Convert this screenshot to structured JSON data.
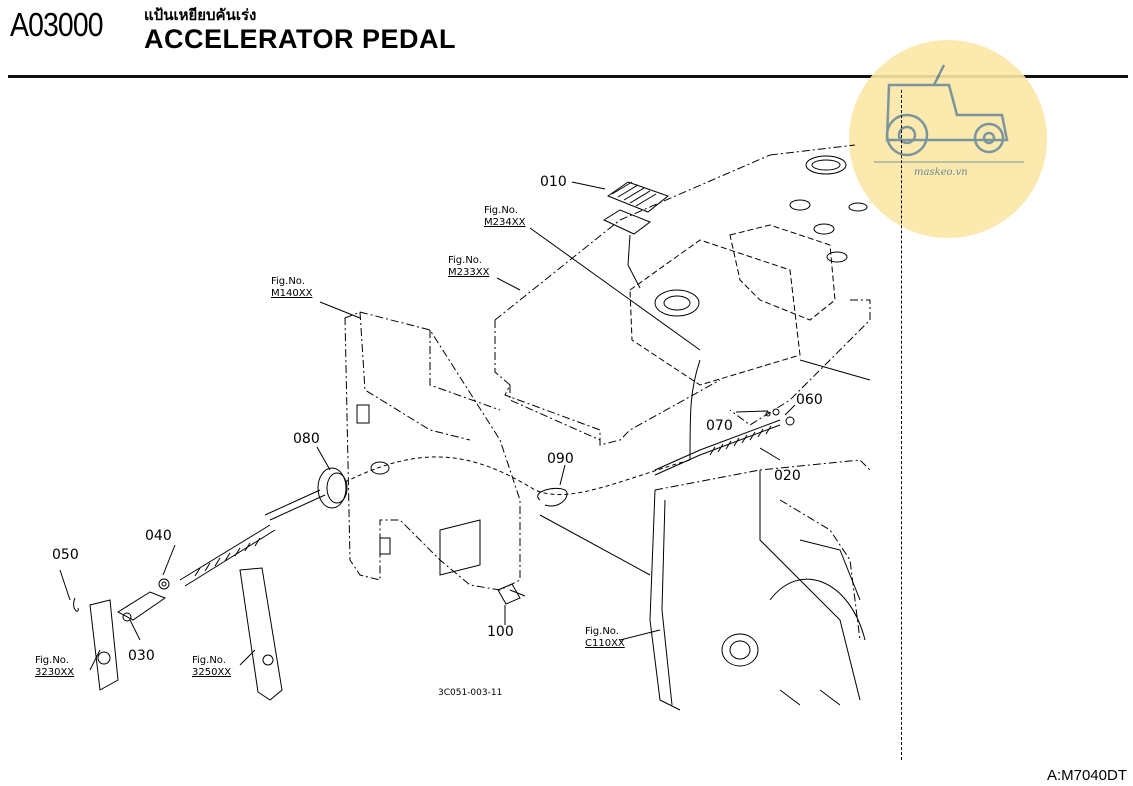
{
  "header": {
    "code": "A03000",
    "thai_title": "แป้นเหยียบคันเร่ง",
    "title": "ACCELERATOR PEDAL"
  },
  "logo": {
    "icon": "tractor-icon",
    "text": "maskeo.vn",
    "color": "#fbe7a6"
  },
  "part_labels": {
    "p010": "010",
    "p020": "020",
    "p030": "030",
    "p040": "040",
    "p050": "050",
    "p060": "060",
    "p070": "070",
    "p080": "080",
    "p090": "090",
    "p100": "100"
  },
  "fig_refs": {
    "m234": {
      "label": "Fig.No.",
      "ref": "M234XX"
    },
    "m233": {
      "label": "Fig.No.",
      "ref": "M233XX"
    },
    "m140": {
      "label": "Fig.No.",
      "ref": "M140XX"
    },
    "c110": {
      "label": "Fig.No.",
      "ref": "C110XX"
    },
    "f3230": {
      "label": "Fig.No.",
      "ref": "3230XX"
    },
    "f3250": {
      "label": "Fig.No.",
      "ref": "3250XX"
    }
  },
  "drawing_code": "3C051-003-11",
  "footer": {
    "model": "A:M7040DT"
  }
}
